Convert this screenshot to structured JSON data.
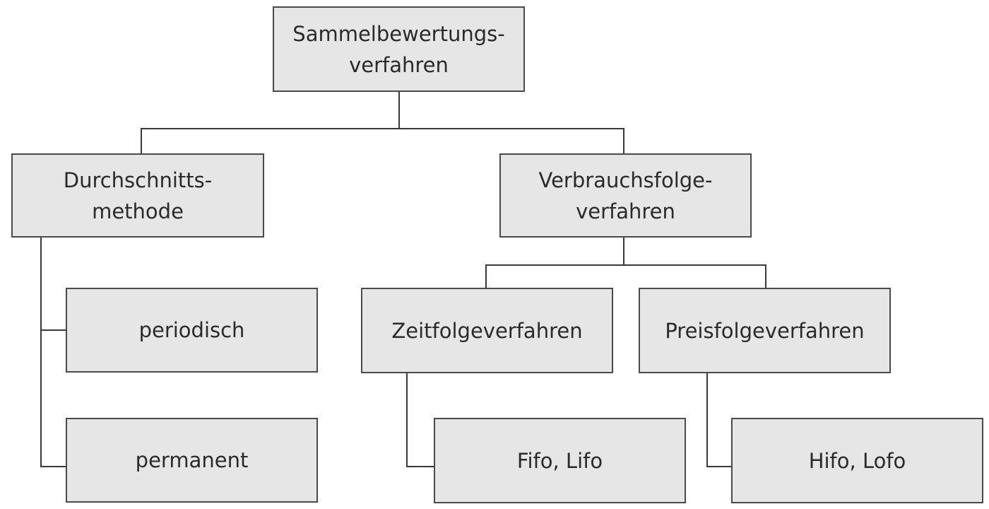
{
  "nodes": {
    "root": {
      "line1": "Sammelbewertungs-",
      "line2": "verfahren"
    },
    "average_method": {
      "line1": "Durchschnitts-",
      "line2": "methode"
    },
    "consumption_sequence": {
      "line1": "Verbrauchsfolge-",
      "line2": "verfahren"
    },
    "periodic": {
      "label": "periodisch"
    },
    "permanent": {
      "label": "permanent"
    },
    "time_sequence": {
      "label": "Zeitfolgeverfahren"
    },
    "price_sequence": {
      "label": "Preisfolgeverfahren"
    },
    "fifo_lifo": {
      "label": "Fifo, Lifo"
    },
    "hifo_lofo": {
      "label": "Hifo, Lofo"
    }
  },
  "colors": {
    "box_fill": "#e6e6e6",
    "box_border": "#4a4a4a",
    "connector": "#3a3a3a",
    "text": "#2a2a2a"
  }
}
